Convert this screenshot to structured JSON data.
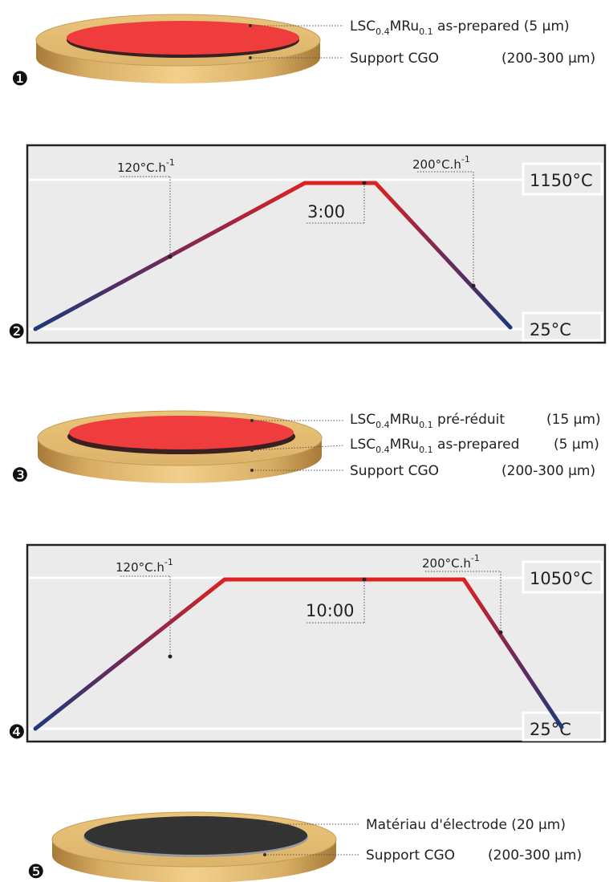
{
  "step1": {
    "number": "❶",
    "label_top": {
      "main1": "LSC",
      "sub1": "0.4",
      "main2": "MRu",
      "sub2": "0.1",
      "rest": " as-prepared (5 µm)"
    },
    "label_support": "Support CGO",
    "label_support_thickness": "(200-300 µm)"
  },
  "step2": {
    "number": "❷",
    "ramp_up": {
      "base": "120°C.h",
      "exp": "-1"
    },
    "ramp_down": {
      "base": "200°C.h",
      "exp": "-1"
    },
    "dwell": "3:00",
    "max_temp": "1150°C",
    "min_temp": "25°C"
  },
  "step3": {
    "number": "❸",
    "label_top": {
      "main1": "LSC",
      "sub1": "0.4",
      "main2": "MRu",
      "sub2": "0.1",
      "rest": " pré-réduit",
      "thickness": "(15 µm)"
    },
    "label_mid": {
      "main1": "LSC",
      "sub1": "0.4",
      "main2": "MRu",
      "sub2": "0.1",
      "rest": " as-prepared",
      "thickness": "(5 µm)"
    },
    "label_support": "Support CGO",
    "label_support_thickness": "(200-300 µm)"
  },
  "step4": {
    "number": "❹",
    "ramp_up": {
      "base": "120°C.h",
      "exp": "-1"
    },
    "ramp_down": {
      "base": "200°C.h",
      "exp": "-1"
    },
    "dwell": "10:00",
    "max_temp": "1050°C",
    "min_temp": "25°C"
  },
  "step5": {
    "number": "❺",
    "label_top": "Matériau d'électrode (20 µm)",
    "label_support": "Support CGO",
    "label_support_thickness": "(200-300 µm)"
  },
  "colors": {
    "gold_light": "#f0cf85",
    "gold_dark": "#b88d46",
    "red_layer": "#ee3b3b",
    "dark_layer": "#303030",
    "chart_bg": "#ebebeb",
    "curve_hot": "#dd2222",
    "curve_cold": "#1c3a7a"
  }
}
